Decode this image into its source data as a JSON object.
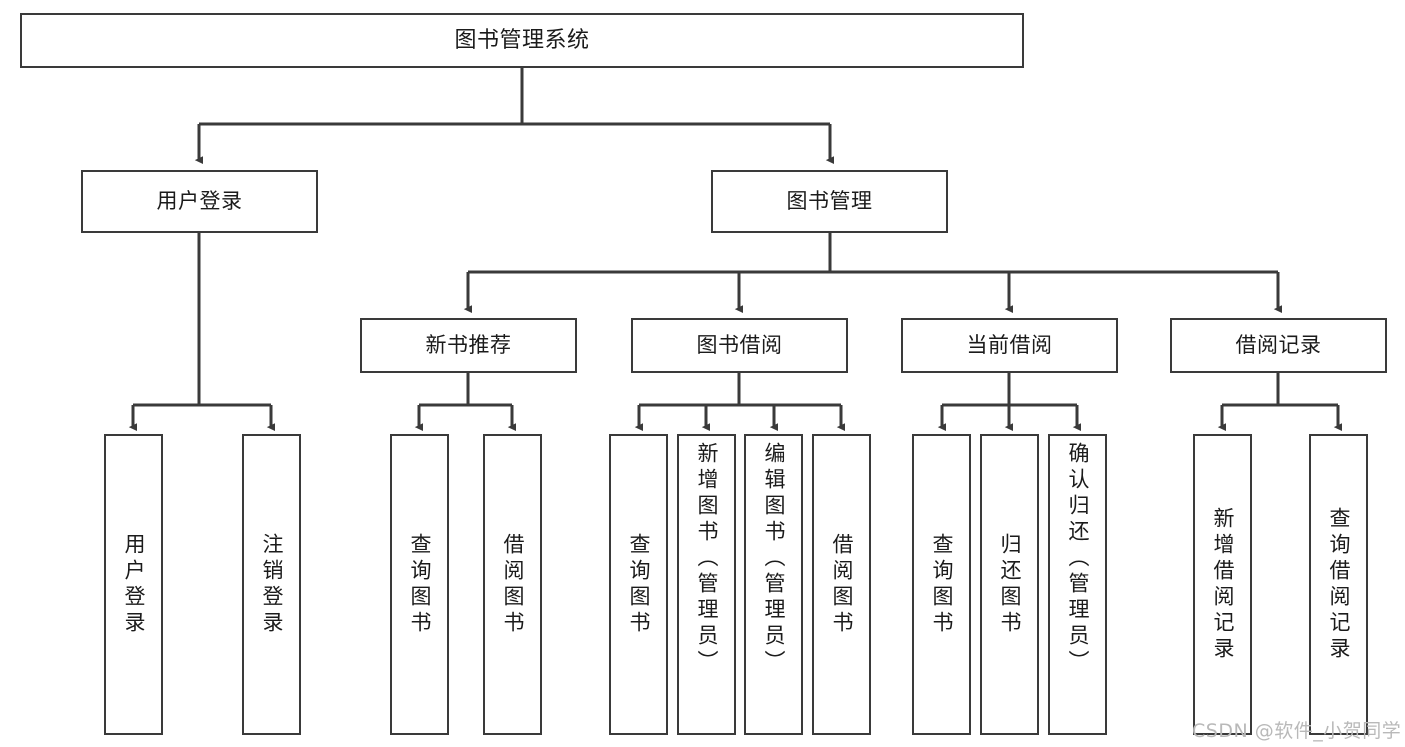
{
  "diagram": {
    "title": "图书管理系统",
    "type": "tree-hierarchy-chart",
    "root": {
      "id": "root",
      "label": "图书管理系统"
    },
    "level2": [
      {
        "id": "user-login",
        "label": "用户登录"
      },
      {
        "id": "book-manage",
        "label": "图书管理"
      }
    ],
    "level3": [
      {
        "id": "new-book-rec",
        "label": "新书推荐"
      },
      {
        "id": "book-borrow",
        "label": "图书借阅"
      },
      {
        "id": "current-borrow",
        "label": "当前借阅"
      },
      {
        "id": "borrow-record",
        "label": "借阅记录"
      }
    ],
    "leaves": [
      {
        "id": "leaf-user-login",
        "label": "用户登录",
        "parent": "user-login"
      },
      {
        "id": "leaf-logout",
        "label": "注销登录",
        "parent": "user-login"
      },
      {
        "id": "leaf-query-book-1",
        "label": "查询图书",
        "parent": "new-book-rec"
      },
      {
        "id": "leaf-borrow-book-1",
        "label": "借阅图书",
        "parent": "new-book-rec"
      },
      {
        "id": "leaf-query-book-2",
        "label": "查询图书",
        "parent": "book-borrow"
      },
      {
        "id": "leaf-add-book",
        "label": "新增图书（管理员）",
        "parent": "book-borrow"
      },
      {
        "id": "leaf-edit-book",
        "label": "编辑图书（管理员）",
        "parent": "book-borrow"
      },
      {
        "id": "leaf-borrow-book-2",
        "label": "借阅图书",
        "parent": "book-borrow"
      },
      {
        "id": "leaf-query-book-3",
        "label": "查询图书",
        "parent": "current-borrow"
      },
      {
        "id": "leaf-return-book",
        "label": "归还图书",
        "parent": "current-borrow"
      },
      {
        "id": "leaf-confirm-return",
        "label": "确认归还（管理员）",
        "parent": "current-borrow"
      },
      {
        "id": "leaf-add-record",
        "label": "新增借阅记录",
        "parent": "borrow-record"
      },
      {
        "id": "leaf-query-record",
        "label": "查询借阅记录",
        "parent": "borrow-record"
      }
    ],
    "watermark": "CSDN @软件_小贺同学",
    "colors": {
      "stroke": "#3a3a3a",
      "fill": "#ffffff",
      "text": "#1b1b1b",
      "watermark": "#b9b9b9"
    }
  }
}
